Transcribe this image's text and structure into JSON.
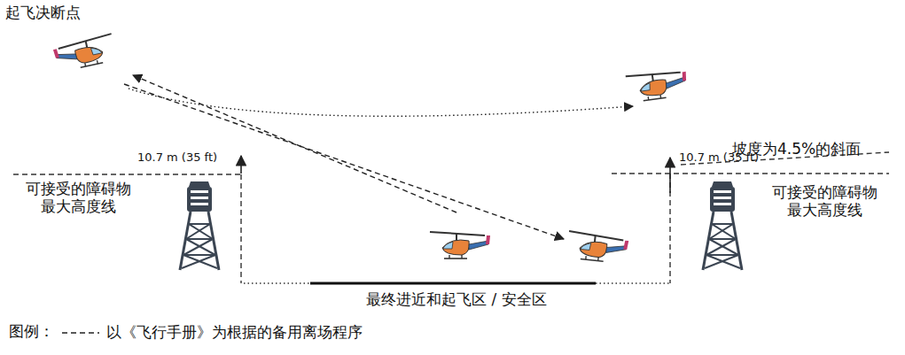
{
  "diagram": {
    "labels": [
      "起飞决断点",
      "10.7 m (35 ft)",
      "可接受的障碍物 最大高度线",
      "坡度为4.5%的斜面",
      "10.7 m (35 ft)",
      "可接受的障碍物 最大高度线",
      "最终进近和起飞区 / 安全区",
      "图例："
    ],
    "legend": [
      {
        "text": "以《飞行手册》为根据的备用离场程序"
      }
    ]
  }
}
